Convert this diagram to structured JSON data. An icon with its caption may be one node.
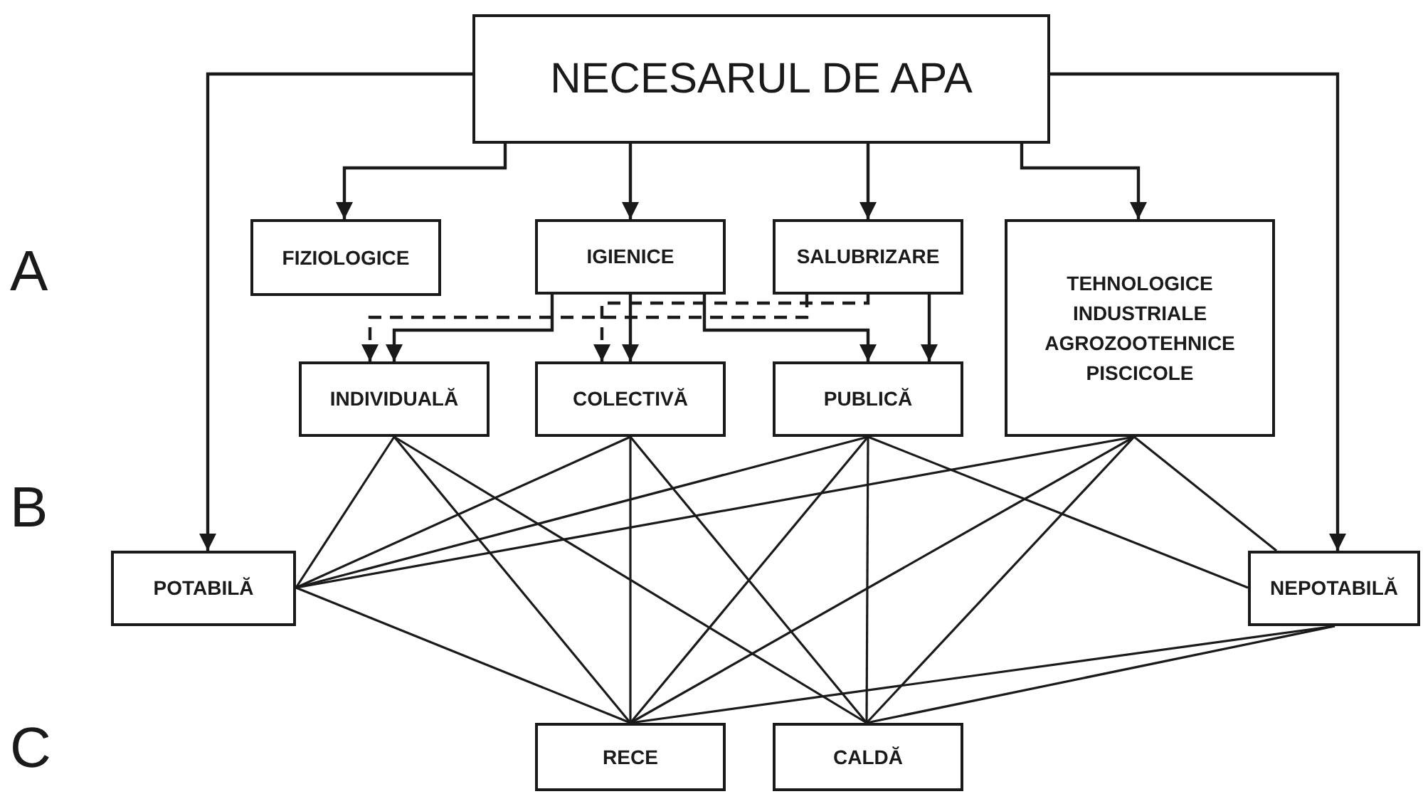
{
  "diagram": {
    "nodes": [
      {
        "text": [
          "NECESARUL DE APA"
        ]
      },
      {
        "text": [
          "FIZIOLOGICE"
        ]
      },
      {
        "text": [
          "IGIENICE"
        ]
      },
      {
        "text": [
          "SALUBRIZARE"
        ]
      },
      {
        "text": [
          "TEHNOLOGICE INDUSTRIALE AGROZOOTEHNICE PISCICOLE"
        ]
      },
      {
        "text": [
          "INDIVIDUALĂ"
        ]
      },
      {
        "text": [
          "COLECTIVĂ"
        ]
      },
      {
        "text": [
          "PUBLICĂ"
        ]
      },
      {
        "text": [
          "POTABILĂ"
        ]
      },
      {
        "text": [
          "NEPOTABILĂ"
        ]
      },
      {
        "text": [
          "RECE"
        ]
      },
      {
        "text": [
          "CALDĂ"
        ]
      }
    ],
    "edges": [
      {
        "from": 0,
        "to": 1,
        "arrow": "to"
      },
      {
        "from": 0,
        "to": 2,
        "arrow": "to"
      },
      {
        "from": 0,
        "to": 3,
        "arrow": "to"
      },
      {
        "from": 0,
        "to": 4,
        "arrow": "to"
      },
      {
        "from": 0,
        "to": 8,
        "arrow": "to"
      },
      {
        "from": 0,
        "to": 9,
        "arrow": "to"
      },
      {
        "from": 2,
        "to": 5,
        "arrow": "to"
      },
      {
        "from": 2,
        "to": 6,
        "arrow": "to"
      },
      {
        "from": 2,
        "to": 7,
        "arrow": "to"
      },
      {
        "from": 3,
        "to": 7,
        "arrow": "to"
      },
      {
        "from": 3,
        "to": 5,
        "arrow": "to",
        "style": "dashed"
      },
      {
        "from": 3,
        "to": 6,
        "arrow": "to",
        "style": "dashed"
      },
      {
        "from": 5,
        "to": 8,
        "arrow": "none"
      },
      {
        "from": 5,
        "to": 10,
        "arrow": "none"
      },
      {
        "from": 5,
        "to": 11,
        "arrow": "none"
      },
      {
        "from": 6,
        "to": 8,
        "arrow": "none"
      },
      {
        "from": 6,
        "to": 10,
        "arrow": "none"
      },
      {
        "from": 6,
        "to": 11,
        "arrow": "none"
      },
      {
        "from": 7,
        "to": 8,
        "arrow": "none"
      },
      {
        "from": 7,
        "to": 10,
        "arrow": "none"
      },
      {
        "from": 7,
        "to": 11,
        "arrow": "none"
      },
      {
        "from": 7,
        "to": 9,
        "arrow": "none"
      },
      {
        "from": 4,
        "to": 8,
        "arrow": "none"
      },
      {
        "from": 4,
        "to": 10,
        "arrow": "none"
      },
      {
        "from": 4,
        "to": 11,
        "arrow": "none"
      },
      {
        "from": 4,
        "to": 9,
        "arrow": "none"
      },
      {
        "from": 8,
        "to": 10,
        "arrow": "none"
      },
      {
        "from": 9,
        "to": 10,
        "arrow": "none"
      },
      {
        "from": 9,
        "to": 11,
        "arrow": "none"
      }
    ],
    "labels": [
      "A",
      "B",
      "C"
    ]
  }
}
